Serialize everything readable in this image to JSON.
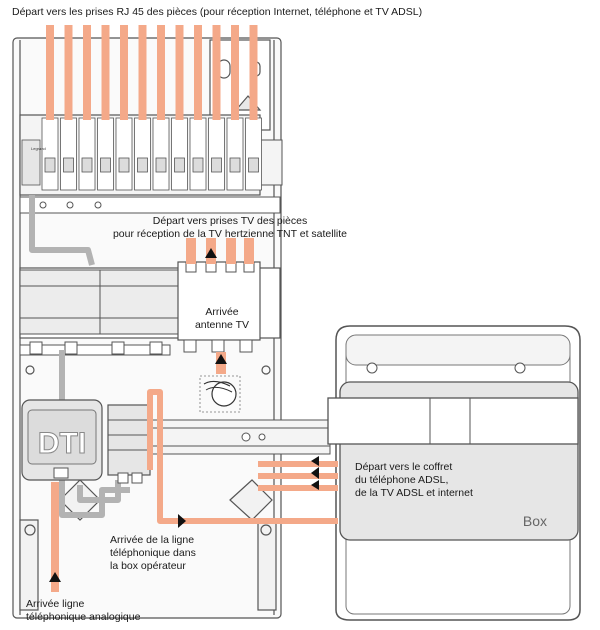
{
  "labels": {
    "top": "Départ vers les prises RJ 45 des pièces (pour réception Internet, téléphone et TV ADSL)",
    "tv_depart_1": "Départ vers prises TV des pièces",
    "tv_depart_2": "pour réception de la TV hertzienne TNT et satellite",
    "antenne_1": "Arrivée",
    "antenne_2": "antenne TV",
    "box_depart_1": "Départ vers le coffret",
    "box_depart_2": "du téléphone ADSL,",
    "box_depart_3": "de la TV ADSL et internet",
    "box_ligne_1": "Arrivée de la ligne",
    "box_ligne_2": "téléphonique dans",
    "box_ligne_3": "la box opérateur",
    "analog_1": "Arrivée ligne",
    "analog_2": "téléphonique analogique",
    "dti": "DTI",
    "box": "Box",
    "brand": "Legrand"
  },
  "colors": {
    "cable": "#f4a989",
    "device_grey": "#e6e6e6",
    "outline": "#555555",
    "text": "#1a1a1a"
  }
}
